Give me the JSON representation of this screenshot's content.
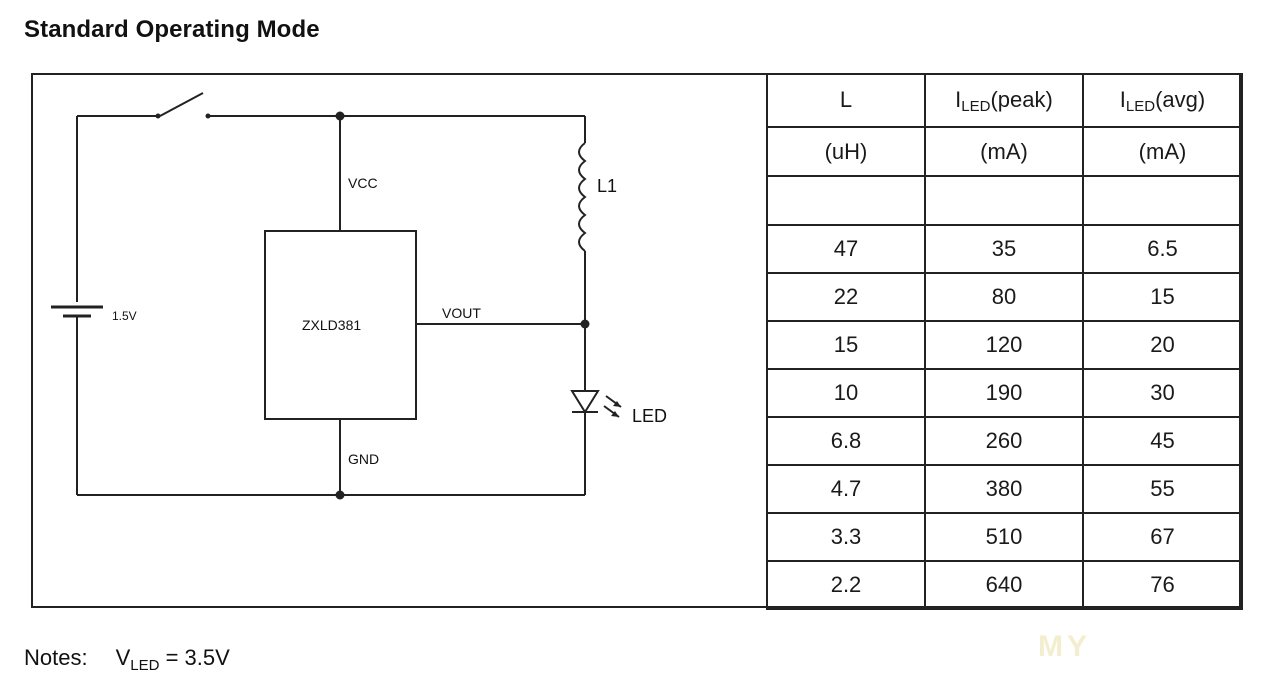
{
  "title": "Standard Operating Mode",
  "schematic": {
    "battery_label": "1.5V",
    "vcc_label": "VCC",
    "chip_label": "ZXLD381",
    "vout_label": "VOUT",
    "gnd_label": "GND",
    "inductor_label": "L1",
    "led_label": "LED"
  },
  "table": {
    "headers": [
      {
        "main": "L",
        "sub": "",
        "tail": ""
      },
      {
        "main": "I",
        "sub": "LED",
        "tail": "(peak)"
      },
      {
        "main": "I",
        "sub": "LED",
        "tail": "(avg)"
      }
    ],
    "units": [
      "(uH)",
      "(mA)",
      "(mA)"
    ],
    "rows": [
      [
        "47",
        "35",
        "6.5"
      ],
      [
        "22",
        "80",
        "15"
      ],
      [
        "15",
        "120",
        "20"
      ],
      [
        "10",
        "190",
        "30"
      ],
      [
        "6.8",
        "260",
        "45"
      ],
      [
        "4.7",
        "380",
        "55"
      ],
      [
        "3.3",
        "510",
        "67"
      ],
      [
        "2.2",
        "640",
        "76"
      ]
    ]
  },
  "notes": {
    "label": "Notes:",
    "v_main": "V",
    "v_sub": "LED",
    "v_tail": " = 3.5V"
  },
  "watermark": "MY"
}
